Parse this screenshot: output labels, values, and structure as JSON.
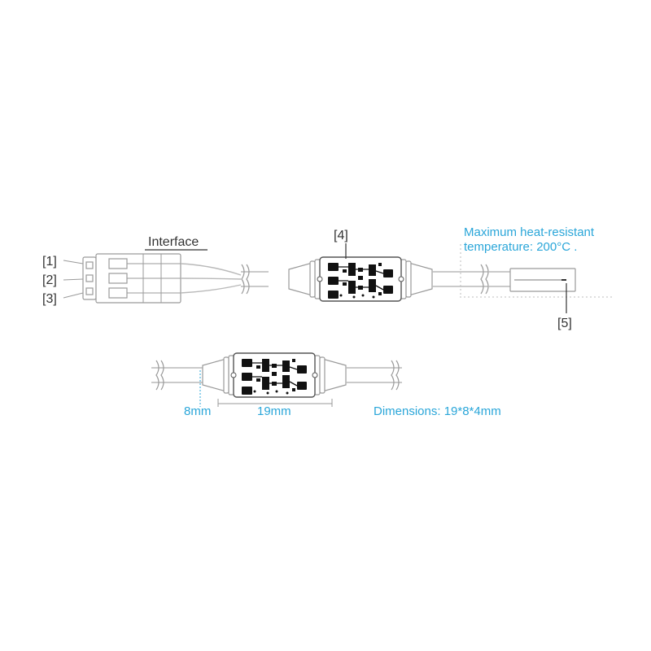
{
  "labels": {
    "interface": "Interface",
    "pin1": "[1]",
    "pin2": "[2]",
    "pin3": "[3]",
    "part4": "[4]",
    "part5": "[5]",
    "heat_line1": "Maximum heat-resistant",
    "heat_line2": "temperature: 200°C .",
    "width_8mm": "8mm",
    "length_19mm": "19mm",
    "dimensions": "Dimensions: 19*8*4mm"
  },
  "colors": {
    "accent": "#2aa6d9",
    "text": "#333333",
    "outline": "#9a9a9a",
    "pcb_component": "#111111"
  },
  "icons": {
    "connector": "three-pin-connector-icon",
    "pcb": "sensor-pcb-icon",
    "probe": "temperature-probe-icon"
  }
}
